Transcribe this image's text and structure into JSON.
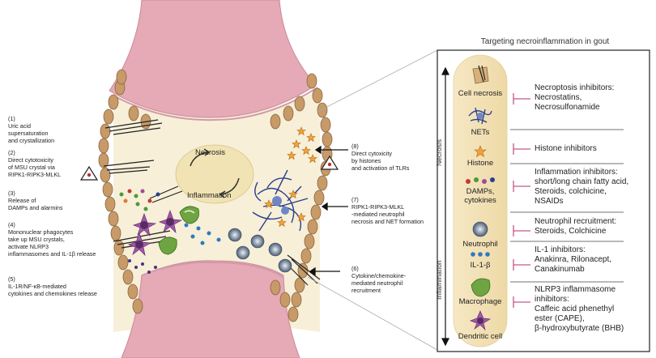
{
  "panel": {
    "title": "Targeting necroinflammation in gout",
    "axis_top": "Necrosis",
    "axis_bottom": "Inflammation"
  },
  "cycle": {
    "top": "Necrosis",
    "bottom": "Inflammation"
  },
  "steps": [
    {
      "num": "(1)",
      "text": "Uric acid\nsupersaturation\nand crystallization"
    },
    {
      "num": "(2)",
      "text": "Direct cytotoxicity\nof MSU crystal via\nRIPK1-RIPK3-MLKL"
    },
    {
      "num": "(3)",
      "text": "Release of\nDAMPs and alarmins"
    },
    {
      "num": "(4)",
      "text": "Mononuclear phagocytes\ntake up MSU crystals,\nactivate NLRP3\ninflammasomes and IL-1β release"
    },
    {
      "num": "(5)",
      "text": "IL-1R/NF-κB-mediated\ncytokines and chemokines release"
    },
    {
      "num": "(6)",
      "text": "Cytokine/chemokine-\nmediated neutrophil\nrecruitment"
    },
    {
      "num": "(7)",
      "text": "RIPK1-RIPK3-MLKL\n-mediated neutrophil\nnecrosis and NET formation"
    },
    {
      "num": "(8)",
      "text": "Direct cytoxicity\nby histones\nand activation of TLRs"
    }
  ],
  "column_items": [
    {
      "name": "cell-necrosis",
      "label": "Cell necrosis"
    },
    {
      "name": "nets",
      "label": "NETs"
    },
    {
      "name": "histone",
      "label": "Histone"
    },
    {
      "name": "damps",
      "label": "DAMPs,\ncytokines"
    },
    {
      "name": "neutrophil",
      "label": "Neutrophil"
    },
    {
      "name": "il1b",
      "label": "IL-1-β"
    },
    {
      "name": "macrophage",
      "label": "Macrophage"
    },
    {
      "name": "dendritic-cell",
      "label": "Dendritic cell"
    }
  ],
  "inhibitors": [
    {
      "text": "Necroptosis inhibitors:\nNecrostatins,\nNecrosulfonamide"
    },
    {
      "text": "Histone inhibitors"
    },
    {
      "text": "Inflammation inhibitors:\nshort/long chain fatty acid,\nSteroids, colchicine,\nNSAIDs"
    },
    {
      "text": "Neutrophil recruitment:\nSteroids, Colchicine"
    },
    {
      "text": "IL-1 inhibitors:\nAnakinra, Rilonacept,\nCanakinumab"
    },
    {
      "text": "NLRP3 inflammasome\ninhibitors:\nCaffeic acid phenethyl\nester (CAPE),\nβ-hydroxybutyrate (BHB)"
    }
  ],
  "colors": {
    "cartilage": "#e6a9b6",
    "synovium": "#f6ecd0",
    "cell_tan": "#c79a68",
    "column": "#f4e3b8",
    "inhibitor_bar": "#c05a86",
    "neutrophil_blue": "#2b3f8f",
    "histone_orange": "#f2a23a",
    "macrophage_green": "#6ea542",
    "dendritic_purple": "#a05aa8"
  }
}
